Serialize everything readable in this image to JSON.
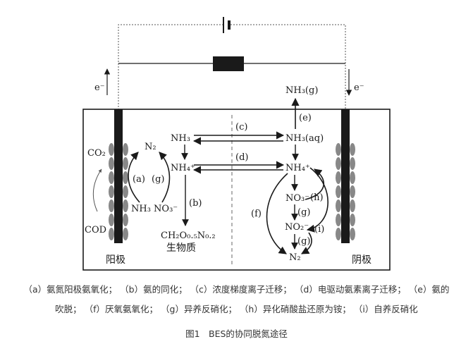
{
  "diagram": {
    "electron_left": "e⁻",
    "electron_right": "e⁻",
    "co2": "CO₂",
    "cod": "COD",
    "n2_anode": "N₂",
    "nh3_no3_anode": "NH₃ NO₃⁻",
    "label_a": "(a)",
    "label_g_anode": "(g)",
    "nh3_left": "NH₃",
    "nh4_left": "NH₄⁺",
    "label_b": "(b)",
    "biomass_formula": "CH₂O₀.₅N₀.₂",
    "biomass_text": "生物质",
    "label_c": "(c)",
    "label_d": "(d)",
    "nh3_gas": "NH₃(g)",
    "label_e": "(e)",
    "nh3_aq": "NH₃(aq)",
    "nh4_right": "NH₄⁺",
    "no3_right": "NO₃⁻",
    "label_h": "(h)",
    "label_g1": "(g)",
    "no2_right": "NO₂⁻",
    "label_i": "(i)",
    "label_g2": "(g)",
    "label_f": "(f)",
    "n2_cathode": "N₂",
    "anode": "阳极",
    "cathode": "阴极"
  },
  "legend": {
    "line1": "（a）氨氮阳极氨氧化； （b）氨的同化； （c）浓度梯度离子迁移； （d）电驱动氨素离子迁移； （e）氨的",
    "line2": "吹脱； （f）厌氧氨氧化； （g）异养反硝化； （h）异化硝酸盐还原为铵； （i）自养反硝化"
  },
  "caption": "图1　BES的协同脱氮途径"
}
